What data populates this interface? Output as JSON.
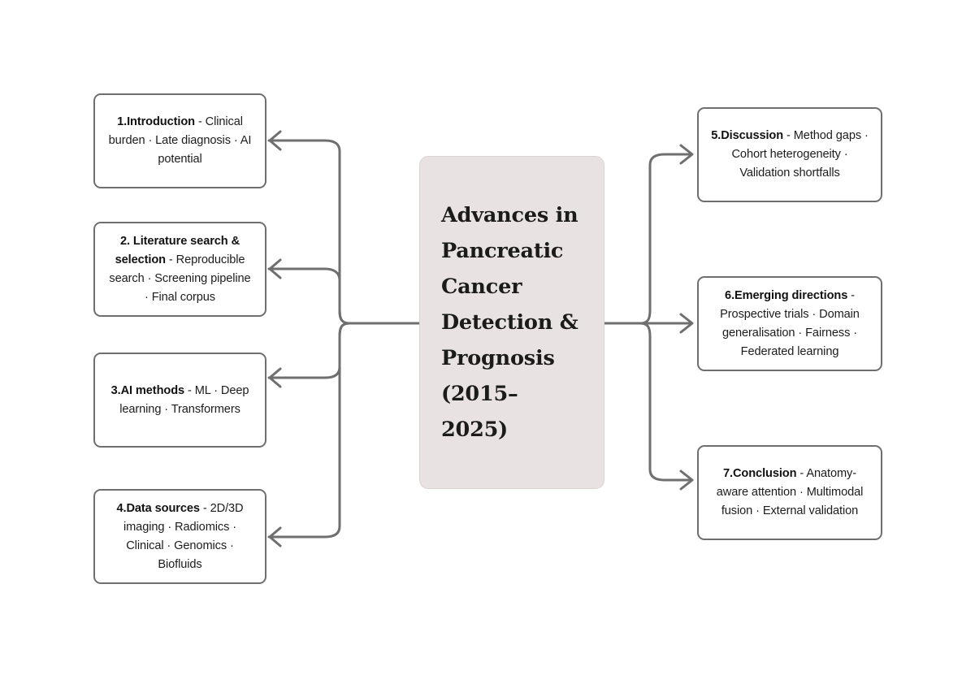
{
  "diagram": {
    "type": "mind-map",
    "title": "Advances in Pancreatic Cancer Detection & Prognosis (2015–2025)",
    "background_color": "#ffffff",
    "connector_color": "#6f6f6f",
    "leaf_border_color": "#6f6f6f",
    "center_fill_color": "#e9e2e2",
    "center_border_color": "#ded3d3",
    "text_color": "#1c1c1c"
  },
  "center": {
    "title": "Advances in Pancreatic Cancer Detection & Prognosis (2015–2025)",
    "lines": [
      "Advances in",
      "Pancreatic",
      "Cancer",
      "Detection &",
      "Prognosis",
      "(2015–2025)"
    ]
  },
  "left_branches": [
    {
      "id": "introduction",
      "label": "1.Introduction",
      "dash": " - ",
      "detail": "Clinical burden · Late diagnosis · AI potential",
      "full": "1.Introduction - Clinical burden · Late diagnosis · AI potential"
    },
    {
      "id": "literature-search-selection",
      "label": "2. Literature search & selection",
      "dash": " - ",
      "detail": "Reproducible search · Screening pipeline · Final corpus",
      "full": "2. Literature search & selection - Reproducible search · Screening pipeline · Final corpus"
    },
    {
      "id": "ai-methods",
      "label": "3.AI methods",
      "dash": " - ",
      "detail": "ML · Deep learning · Transformers",
      "full": "3.AI methods - ML · Deep learning · Transformers"
    },
    {
      "id": "data-sources",
      "label": "4.Data sources",
      "dash": " - ",
      "detail": "2D/3D imaging · Radiomics · Clinical · Genomics · Biofluids",
      "full": "4.Data sources - 2D/3D imaging · Radiomics · Clinical · Genomics · Biofluids"
    }
  ],
  "right_branches": [
    {
      "id": "discussion",
      "label": "5.Discussion",
      "dash": " - ",
      "detail": "Method gaps · Cohort heterogeneity · Validation shortfalls",
      "full": "5.Discussion - Method gaps · Cohort heterogeneity · Validation shortfalls"
    },
    {
      "id": "emerging-directions",
      "label": "6.Emerging directions",
      "dash": " - ",
      "detail": "Prospective trials · Domain generalisation · Fairness · Federated learning",
      "full": "6.Emerging directions - Prospective trials · Domain generalisation · Fairness · Federated learning"
    },
    {
      "id": "conclusion",
      "label": "7.Conclusion",
      "dash": " - ",
      "detail": "Anatomy-aware attention · Multimodal fusion · External validation",
      "full": "7.Conclusion - Anatomy-aware attention · Multimodal fusion · External validation"
    }
  ]
}
